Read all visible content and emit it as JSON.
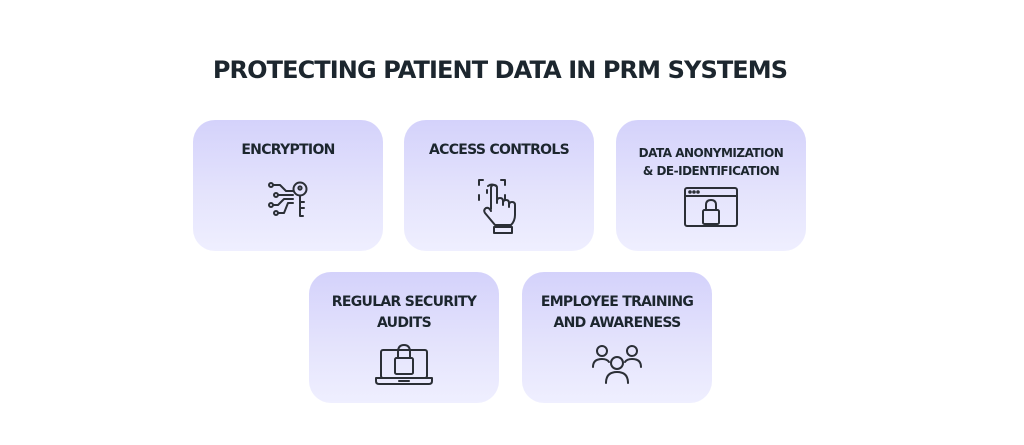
{
  "title": "PROTECTING PATIENT DATA IN PRM SYSTEMS",
  "cards": [
    {
      "label": "ENCRYPTION",
      "icon": "key-circuit-icon"
    },
    {
      "label": "ACCESS CONTROLS",
      "icon": "fingerprint-touch-icon"
    },
    {
      "label": "DATA ANONYMIZATION\n& DE-IDENTIFICATION",
      "icon": "browser-lock-icon"
    },
    {
      "label": "REGULAR SECURITY\nAUDITS",
      "icon": "laptop-lock-icon"
    },
    {
      "label": "EMPLOYEE TRAINING\nAND AWARENESS",
      "icon": "team-icon"
    }
  ],
  "colors": {
    "title": "#1c262e",
    "card_top": "#d4d2fb",
    "card_bottom": "#efefff",
    "icon_stroke": "#2b2f36"
  }
}
